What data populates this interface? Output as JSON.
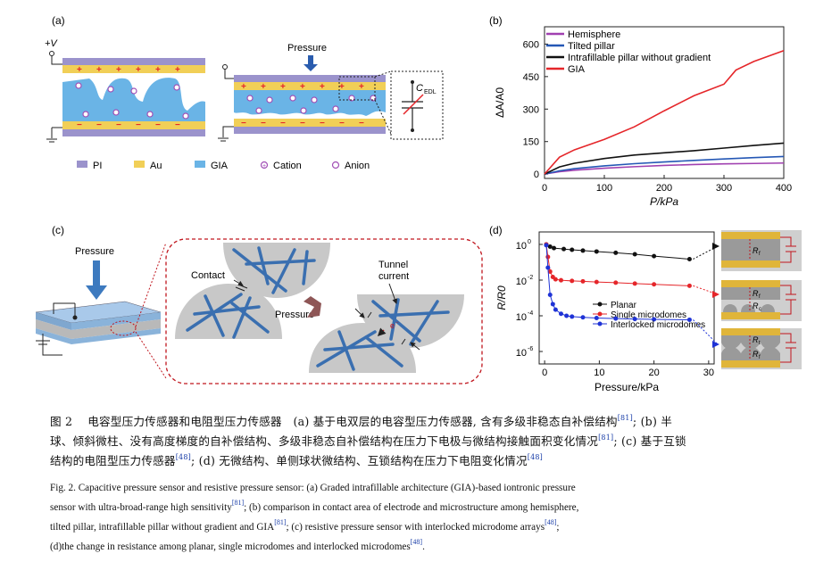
{
  "panel_a": {
    "label": "(a)",
    "voltage": "+V",
    "pressure": "Pressure",
    "cedl_c": "C",
    "cedl_sub": "EDL",
    "legend": [
      {
        "name": "PI",
        "color": "#9b93cc"
      },
      {
        "name": "Au",
        "color": "#f1cf57"
      },
      {
        "name": "GIA",
        "color": "#6ab4e6"
      },
      {
        "name": "Cation",
        "color": "#a14fb5"
      },
      {
        "name": "Anion",
        "color": "#a14fb5"
      }
    ]
  },
  "panel_c": {
    "label": "(c)",
    "pressure_left": "Pressure",
    "pressure_mid": "Pressure",
    "contact": "Contact",
    "tunnel": "Tunnel",
    "current": "current",
    "electron": "e"
  },
  "chart_data": [
    {
      "panel": "(b)",
      "type": "line",
      "xlabel": "P/kPa",
      "ylabel": "ΔA/A0",
      "xlim": [
        0,
        400
      ],
      "ylim": [
        -20,
        680
      ],
      "xticks": [
        0,
        100,
        200,
        300,
        400
      ],
      "yticks": [
        0,
        150,
        300,
        450,
        600
      ],
      "legend_position": "top-left",
      "series": [
        {
          "name": "Hemisphere",
          "color": "#a040b0",
          "x": [
            0,
            25,
            50,
            100,
            150,
            200,
            250,
            300,
            350,
            400
          ],
          "y": [
            0,
            11,
            18,
            27,
            34,
            40,
            44,
            47,
            49,
            51
          ]
        },
        {
          "name": "Tilted pillar",
          "color": "#2457b5",
          "x": [
            0,
            25,
            50,
            100,
            150,
            200,
            250,
            300,
            350,
            400
          ],
          "y": [
            0,
            15,
            25,
            38,
            48,
            56,
            63,
            70,
            76,
            81
          ]
        },
        {
          "name": "Intrafillable pillar without gradient",
          "color": "#111111",
          "x": [
            0,
            25,
            50,
            100,
            150,
            200,
            250,
            300,
            350,
            400
          ],
          "y": [
            0,
            33,
            50,
            72,
            88,
            98,
            108,
            120,
            132,
            143
          ]
        },
        {
          "name": "GIA",
          "color": "#e5262a",
          "x": [
            0,
            25,
            50,
            100,
            150,
            200,
            250,
            300,
            320,
            350,
            400
          ],
          "y": [
            0,
            78,
            112,
            160,
            218,
            292,
            362,
            415,
            480,
            520,
            570
          ]
        }
      ]
    },
    {
      "panel": "(d)",
      "type": "scatter",
      "xlabel": "Pressure/kPa",
      "ylabel": "R/R0",
      "yscale": "log",
      "xlim": [
        -1,
        31
      ],
      "ylim": [
        2e-07,
        5
      ],
      "xticks": [
        0,
        10,
        20,
        30
      ],
      "yticks": [
        1.0,
        0.01,
        0.0001,
        1e-06
      ],
      "ytick_labels": [
        [
          "10",
          "0"
        ],
        [
          "10",
          "-2"
        ],
        [
          "10",
          "-4"
        ],
        [
          "10",
          "-6"
        ]
      ],
      "legend_position": "center-right",
      "series": [
        {
          "name": "Planar",
          "color": "#111111",
          "x": [
            0.3,
            1.0,
            1.7,
            3.5,
            5,
            7,
            9.5,
            13,
            16.5,
            20,
            26.5
          ],
          "y": [
            1.0,
            0.75,
            0.62,
            0.55,
            0.5,
            0.45,
            0.4,
            0.34,
            0.28,
            0.22,
            0.15
          ]
        },
        {
          "name": "Single microdomes",
          "color": "#e5262a",
          "x": [
            0.3,
            0.6,
            1.0,
            1.5,
            2.0,
            3,
            5,
            7,
            9.5,
            13,
            16.5,
            20,
            26.5
          ],
          "y": [
            1.0,
            0.2,
            0.03,
            0.015,
            0.011,
            0.0098,
            0.009,
            0.0085,
            0.0078,
            0.0072,
            0.0064,
            0.0058,
            0.0048
          ]
        },
        {
          "name": "Interlocked microdomes",
          "color": "#1f33d6",
          "x": [
            0.3,
            0.6,
            1.0,
            1.5,
            2.0,
            3,
            4,
            5,
            7,
            9.5,
            13,
            16.5,
            20,
            26.5
          ],
          "y": [
            0.9,
            0.05,
            0.0015,
            0.00045,
            0.00022,
            0.00013,
            0.0001,
            9e-05,
            8.2e-05,
            7.5e-05,
            7e-05,
            6.6e-05,
            6.3e-05,
            6e-05
          ]
        }
      ],
      "insets": [
        {
          "resistor": "R",
          "sub": "f"
        },
        {
          "resistor": "R",
          "sub": "f",
          "resistor2": "R",
          "sub2": "c"
        },
        {
          "resistor": "R",
          "sub": "t",
          "resistor2": "R",
          "sub2": "f"
        }
      ]
    }
  ],
  "caption": {
    "cn_line1": "图 2　 电容型压力传感器和电阻型压力传感器　(a) 基于电双层的电容型压力传感器, 含有多级非稳态自补偿结构",
    "cn_ref1": "[81]",
    "cn_line1b": "; (b) 半",
    "cn_line2": "球、倾斜微柱、没有高度梯度的自补偿结构、多级非稳态自补偿结构在压力下电极与微结构接触面积变化情况",
    "cn_ref2": "[81]",
    "cn_line2b": "; (c) 基于互锁",
    "cn_line3": "结构的电阻型压力传感器",
    "cn_ref3": "[48]",
    "cn_line3b": "; (d) 无微结构、单侧球状微结构、互锁结构在压力下电阻变化情况",
    "cn_ref4": "[48]",
    "en_line1": "Fig. 2. Capacitive pressure sensor and resistive pressure sensor: (a) Graded intrafillable architecture (GIA)-based iontronic pressure",
    "en_line2": "sensor with ultra-broad-range high sensitivity",
    "en_ref1": "[81]",
    "en_line2b": "; (b) comparison in contact area of electrode and microstructure among hemisphere,",
    "en_line3": "tilted pillar, intrafillable pillar without gradient and GIA",
    "en_ref2": "[81]",
    "en_line3b": "; (c) resistive pressure sensor with interlocked microdome arrays",
    "en_ref3": "[48]",
    "en_line3c": ";",
    "en_line4": "(d)the change in resistance among planar, single microdomes and interlocked microdomes",
    "en_ref4": "[48]",
    "en_line4b": "."
  }
}
